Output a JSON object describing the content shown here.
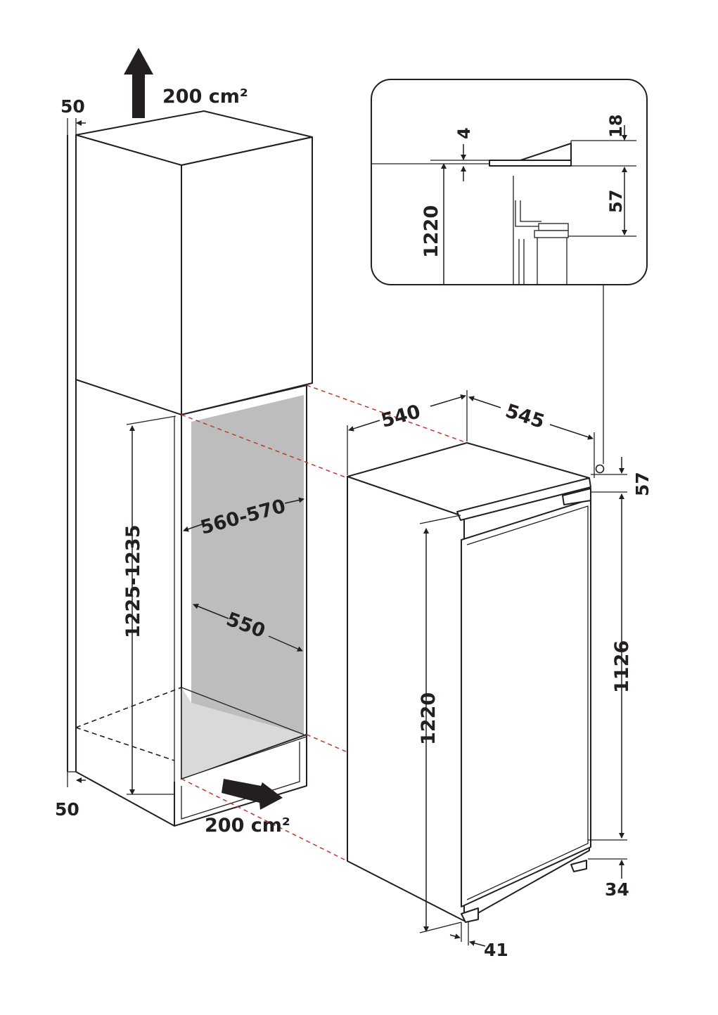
{
  "colors": {
    "ink": "#231f20",
    "guide_red": "#c0392b",
    "niche_back": "#bdbdbd",
    "niche_floor": "#d9d9d9"
  },
  "icons": [
    "arrow-up-icon",
    "arrow-diagonal-icon"
  ],
  "labels": {
    "vent_top": "200 cm²",
    "vent_bottom": "200 cm²",
    "gap_top": "50",
    "gap_bottom": "50",
    "niche_height": "1225-1235",
    "niche_width": "560-570",
    "niche_depth": "550",
    "appliance_width": "540",
    "appliance_depth": "545",
    "appliance_height": "1220",
    "door_height": "1126",
    "top_gap": "57",
    "plinth": "34",
    "door_offset": "41",
    "detail_height": "1220",
    "detail_gap": "4",
    "detail_top": "18",
    "detail_depth": "57"
  }
}
